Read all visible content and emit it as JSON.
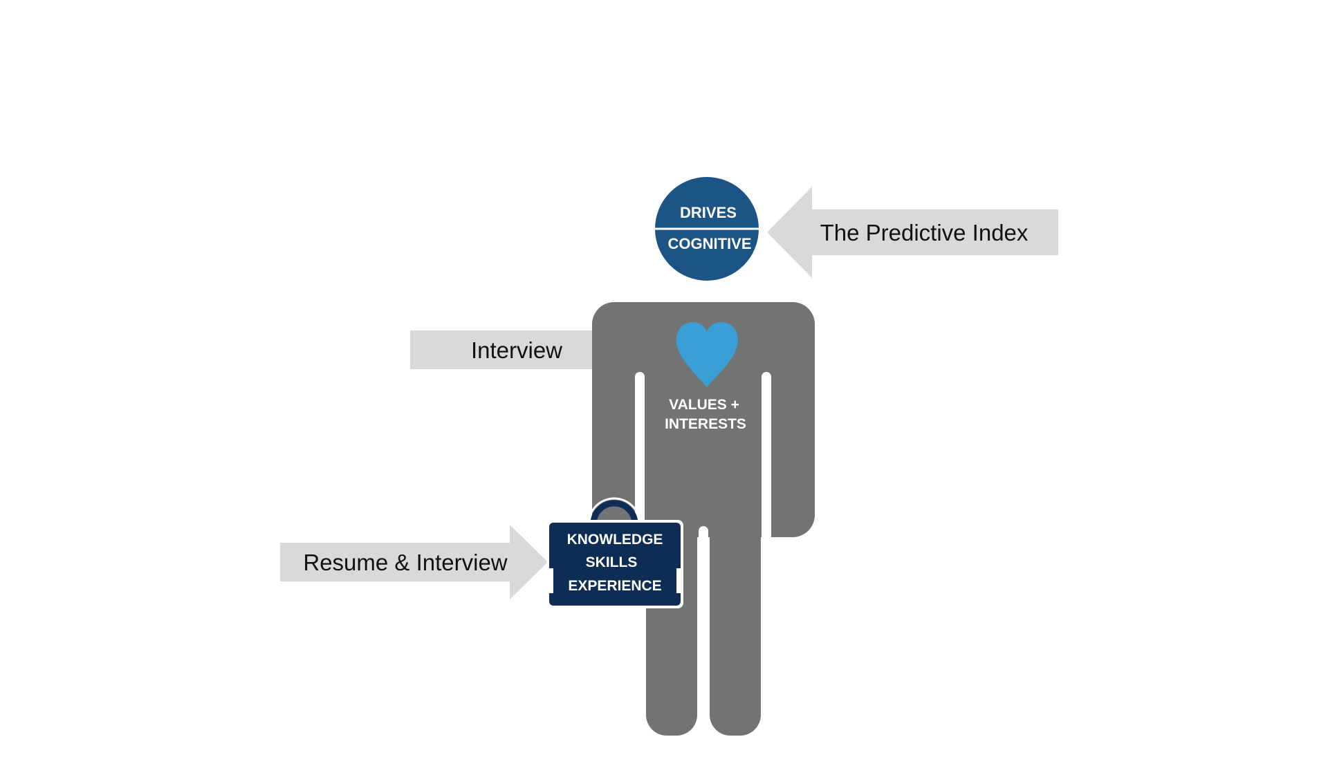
{
  "arrows": {
    "predictive_index": "The Predictive Index",
    "interview": "Interview",
    "resume_interview": "Resume & Interview"
  },
  "head": {
    "top_label": "DRIVES",
    "bottom_label": "COGNITIVE"
  },
  "heart": {
    "line1": "VALUES +",
    "line2": "INTERESTS"
  },
  "briefcase": {
    "line1": "KNOWLEDGE",
    "line2": "SKILLS",
    "line3": "EXPERIENCE"
  },
  "colors": {
    "head_blue": "#1c5486",
    "body_gray": "#717472",
    "heart_blue": "#3a9fd6",
    "briefcase_navy": "#0d2d55",
    "arrow_gray": "#d9d9d9",
    "arrow_text": "#111111",
    "white_text": "#ffffff"
  }
}
